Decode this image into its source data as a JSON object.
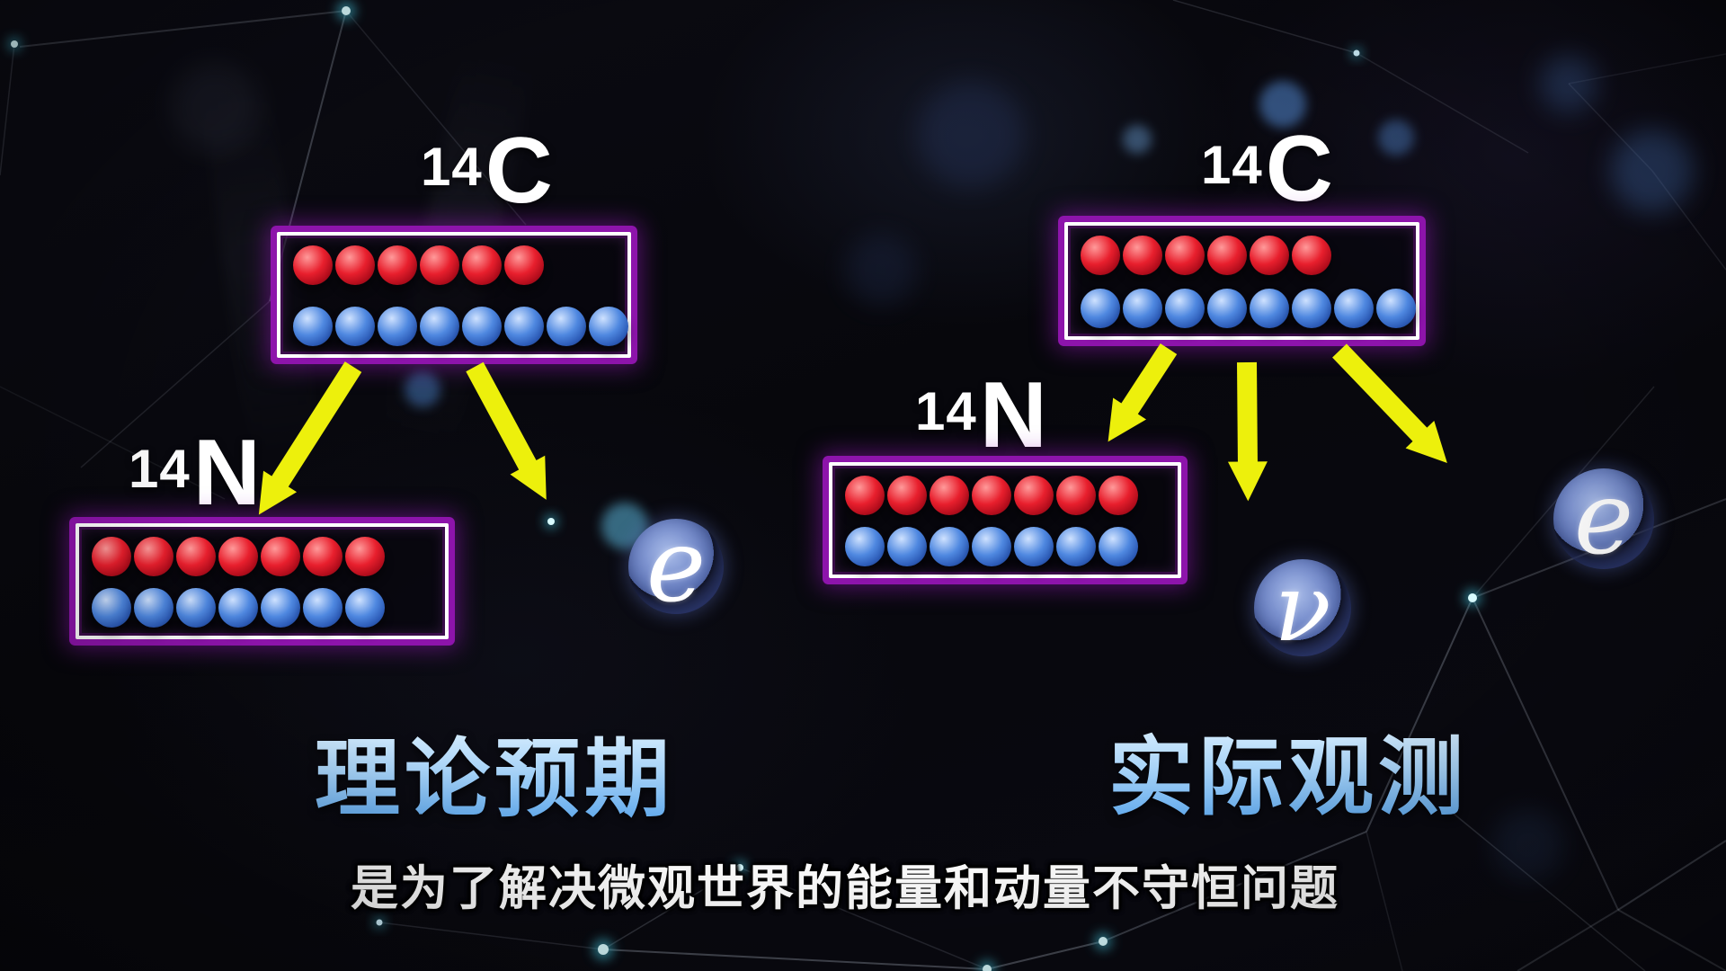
{
  "left_panel": {
    "title": "理论预期",
    "parent_isotope": {
      "mass": "14",
      "symbol": "C"
    },
    "daughter_isotope": {
      "mass": "14",
      "symbol": "N"
    },
    "electron": {
      "symbol": "e"
    },
    "carbon_nucleus": {
      "protons": 6,
      "neutrons": 8
    },
    "nitrogen_nucleus": {
      "protons": 7,
      "neutrons": 7
    }
  },
  "right_panel": {
    "title": "实际观测",
    "parent_isotope": {
      "mass": "14",
      "symbol": "C"
    },
    "daughter_isotope": {
      "mass": "14",
      "symbol": "N"
    },
    "electron": {
      "symbol": "e"
    },
    "neutrino": {
      "symbol": "ν"
    },
    "carbon_nucleus": {
      "protons": 6,
      "neutrons": 8
    },
    "nitrogen_nucleus": {
      "protons": 7,
      "neutrons": 7
    }
  },
  "caption": "是为了解决微观世界的能量和动量不守恒问题",
  "colors": {
    "proton": "#e81f2d",
    "neutron": "#4f88e0",
    "box_border_outer": "#8d14ab",
    "box_border_inner": "#ffffff",
    "arrow": "#edf00c",
    "sphere_base": "#5c73b8",
    "title_top": "#dff2ff",
    "title_bottom": "#57a3ea",
    "caption_color": "#ffffff"
  }
}
